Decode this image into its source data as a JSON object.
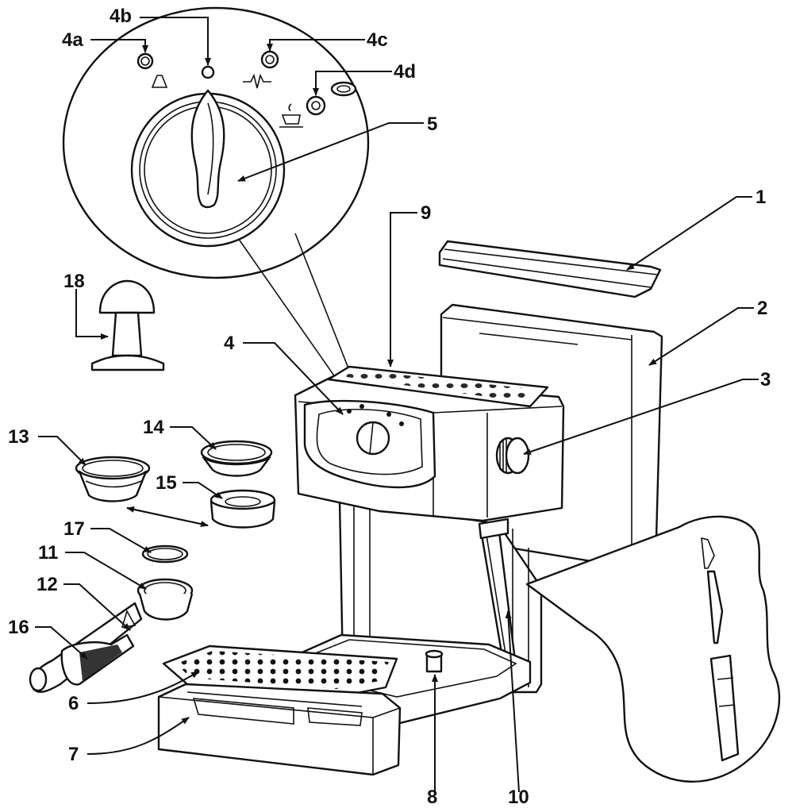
{
  "callouts": {
    "c1": "1",
    "c2": "2",
    "c3": "3",
    "c4": "4",
    "c4a": "4a",
    "c4b": "4b",
    "c4c": "4c",
    "c4d": "4d",
    "c5": "5",
    "c6": "6",
    "c7": "7",
    "c8": "8",
    "c9": "9",
    "c10": "10",
    "c11": "11",
    "c12": "12",
    "c13": "13",
    "c14": "14",
    "c15": "15",
    "c16": "16",
    "c17": "17",
    "c18": "18"
  },
  "icons": [
    "steam-nozzle-icon",
    "indicator-light-icon",
    "heating-wave-icon",
    "coffee-cup-icon",
    "on-indicator-icon"
  ],
  "colors": {
    "ink": "#111111",
    "paper": "#ffffff"
  }
}
